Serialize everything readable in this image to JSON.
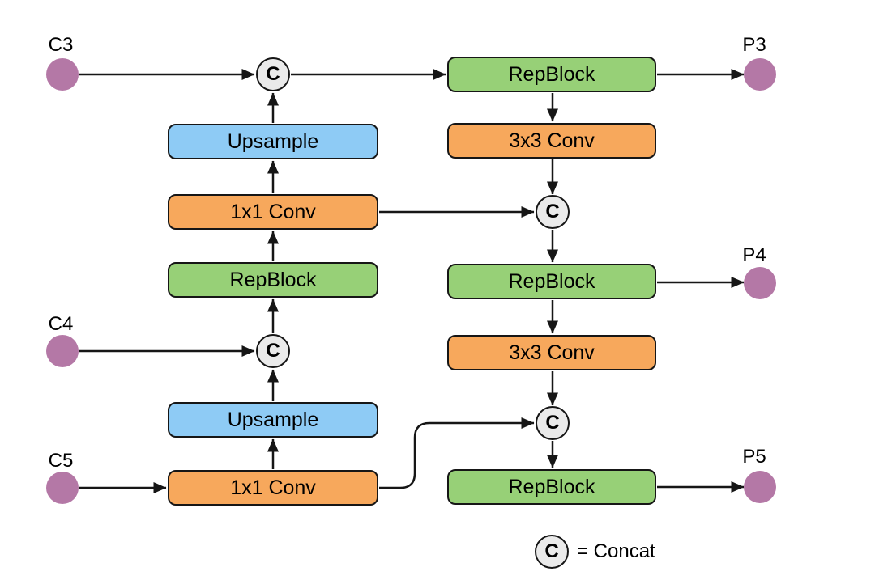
{
  "colors": {
    "stroke": "#161616",
    "text": "#000000",
    "io_node": "#b478a6",
    "repblock_fill": "#97d077",
    "conv_fill": "#f7a85c",
    "upsample_fill": "#8ecbf5",
    "concat_fill": "#eaeaea"
  },
  "nodes": {
    "c3": {
      "label": "C3"
    },
    "c4": {
      "label": "C4"
    },
    "c5": {
      "label": "C5"
    },
    "p3": {
      "label": "P3"
    },
    "p4": {
      "label": "P4"
    },
    "p5": {
      "label": "P5"
    }
  },
  "blocks": {
    "left_upsample_top": {
      "label": "Upsample",
      "type": "upsample"
    },
    "left_conv1x1_top": {
      "label": "1x1 Conv",
      "type": "conv"
    },
    "left_repblock": {
      "label": "RepBlock",
      "type": "repblock"
    },
    "left_upsample_bottom": {
      "label": "Upsample",
      "type": "upsample"
    },
    "left_conv1x1_bottom": {
      "label": "1x1 Conv",
      "type": "conv"
    },
    "right_repblock_top": {
      "label": "RepBlock",
      "type": "repblock"
    },
    "right_conv3x3_top": {
      "label": "3x3 Conv",
      "type": "conv"
    },
    "right_repblock_mid": {
      "label": "RepBlock",
      "type": "repblock"
    },
    "right_conv3x3_bottom": {
      "label": "3x3 Conv",
      "type": "conv"
    },
    "right_repblock_bottom": {
      "label": "RepBlock",
      "type": "repblock"
    }
  },
  "concat": {
    "symbol": "C"
  },
  "legend": {
    "symbol": "C",
    "text": "= Concat"
  }
}
